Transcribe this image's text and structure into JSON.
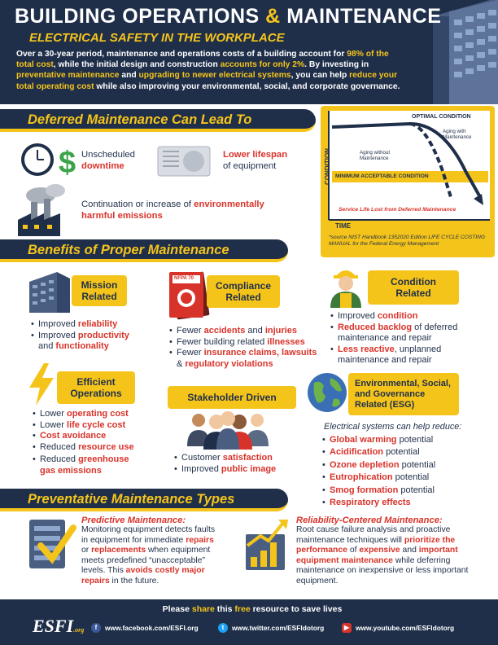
{
  "header": {
    "title_part1": "BUILDING OPERATIONS",
    "title_amp": "&",
    "title_part2": "MAINTENANCE",
    "subtitle": "ELECTRICAL SAFETY IN THE WORKPLACE",
    "intro": [
      {
        "t": "Over a 30-year period, maintenance and operations costs of a building account for ",
        "c": "w"
      },
      {
        "t": "98% of the total cost",
        "c": "y"
      },
      {
        "t": ", while the initial design and construction ",
        "c": "w"
      },
      {
        "t": "accounts for only 2%",
        "c": "y"
      },
      {
        "t": ". By investing in ",
        "c": "w"
      },
      {
        "t": "preventative maintenance",
        "c": "y"
      },
      {
        "t": " and ",
        "c": "w"
      },
      {
        "t": "upgrading to newer electrical systems",
        "c": "y"
      },
      {
        "t": ", you can help ",
        "c": "w"
      },
      {
        "t": "reduce your total operating cost",
        "c": "y"
      },
      {
        "t": " while also improving your environmental, social, and corporate governance.",
        "c": "w"
      }
    ]
  },
  "deferred": {
    "heading": "Deferred Maintenance Can Lead To",
    "item1": {
      "line1": "Unscheduled",
      "line2": "downtime"
    },
    "item2": {
      "line1": "Lower lifespan",
      "line2": "of equipment"
    },
    "item3": {
      "line1": "Continuation or increase of ",
      "hl1": "environmentally",
      "hl2": "harmful emissions"
    }
  },
  "chart": {
    "optimal": "OPTIMAL CONDITION",
    "aging_with": "Aging with Maintenance",
    "aging_without": "Aging without Maintenance",
    "minimum": "MINIMUM ACCEPTABLE CONDITION",
    "service_life": "Service Life Lost from Deferred Maintenance",
    "ylabel": "CONDITION",
    "xlabel": "TIME",
    "source": "*source NIST Handbook 1352020 Edition LIFE CYCLE COSTING MANUAL for the Federal Energy Management"
  },
  "benefits": {
    "heading": "Benefits of Proper Maintenance",
    "mission": {
      "title1": "Mission",
      "title2": "Related",
      "b1_pre": "Improved ",
      "b1_hl": "reliability",
      "b2_pre": "Improved ",
      "b2_hl": "productivity",
      "b2_line2_pre": "and ",
      "b2_line2_hl": "functionality"
    },
    "compliance": {
      "title1": "Compliance",
      "title2": "Related",
      "book_label": "NFPA 70",
      "b1_pre": "Fewer ",
      "b1_hl": "accidents",
      "b1_mid": " and ",
      "b1_hl2": "injuries",
      "b2_pre": "Fewer building related ",
      "b2_hl": "illnesses",
      "b3_pre": "Fewer ",
      "b3_hl": "insurance claims, lawsuits",
      "b3_line2_pre": "& ",
      "b3_line2_hl": "regulatory violations"
    },
    "condition": {
      "title1": "Condition",
      "title2": "Related",
      "b1_pre": "Improved ",
      "b1_hl": "condition",
      "b2_hl": "Reduced backlog",
      "b2_post": " of deferred",
      "b2_line2": "maintenance and repair",
      "b3_hl": "Less reactive",
      "b3_post": ", unplanned",
      "b3_line2": "maintenance and repair"
    },
    "efficient": {
      "title1": "Efficient",
      "title2": "Operations",
      "b1_pre": "Lower ",
      "b1_hl": "operating cost",
      "b2_pre": "Lower ",
      "b2_hl": "life cycle cost",
      "b3_hl": "Cost avoidance",
      "b4_pre": "Reduced ",
      "b4_hl": "resource use",
      "b5_pre": "Reduced ",
      "b5_hl": "greenhouse",
      "b5_line2_hl": "gas emissions"
    },
    "stakeholder": {
      "title": "Stakeholder Driven",
      "b1_pre": "Customer ",
      "b1_hl": "satisfaction",
      "b2_pre": "Improved ",
      "b2_hl": "public image"
    },
    "esg": {
      "title1": "Environmental, Social,",
      "title2": "and Governance",
      "title3": "Related (ESG)",
      "intro": "Electrical systems can help reduce:",
      "items": [
        {
          "hl": "Global warming",
          "post": " potential"
        },
        {
          "hl": "Acidification",
          "post": " potential"
        },
        {
          "hl": "Ozone depletion",
          "post": " potential"
        },
        {
          "hl": "Eutrophication",
          "post": " potential"
        },
        {
          "hl": "Smog formation",
          "post": " potential"
        },
        {
          "hl": "Respiratory effects",
          "post": ""
        }
      ]
    }
  },
  "types": {
    "heading": "Preventative Maintenance Types",
    "predictive": {
      "title": "Predictive Maintenance:",
      "t1": "Monitoring equipment detects faults in equipment for immediate ",
      "hl1": "repairs",
      "t2": " or ",
      "hl2": "replacements",
      "t3": " when equipment meets predefined “unacceptable” levels. This ",
      "hl3": "avoids costly major repairs",
      "t4": " in the future."
    },
    "reliability": {
      "title": "Reliability-Centered Maintenance:",
      "t1": "Root cause failure analysis and proactive maintenance techniques will ",
      "hl1": "prioritize the performance",
      "t2": " of ",
      "hl2": "expensive",
      "t3": " and ",
      "hl3": "important equipment maintenance",
      "t4": " while deferring maintenance on inexpensive or less important equipment."
    }
  },
  "footer": {
    "share_pre": "Please ",
    "share_hl1": "share",
    "share_mid": " this ",
    "share_hl2": "free",
    "share_post": " resource to save lives",
    "logo": "ESFI",
    "logo_sub": ".org",
    "facebook": "www.facebook.com/ESFI.org",
    "twitter": "www.twitter.com/ESFIdotorg",
    "youtube": "www.youtube.com/ESFIdotorg"
  },
  "colors": {
    "navy": "#1f2f4a",
    "yellow": "#f5c41b",
    "red": "#d8332a",
    "light_bg": "#eef0f3"
  }
}
